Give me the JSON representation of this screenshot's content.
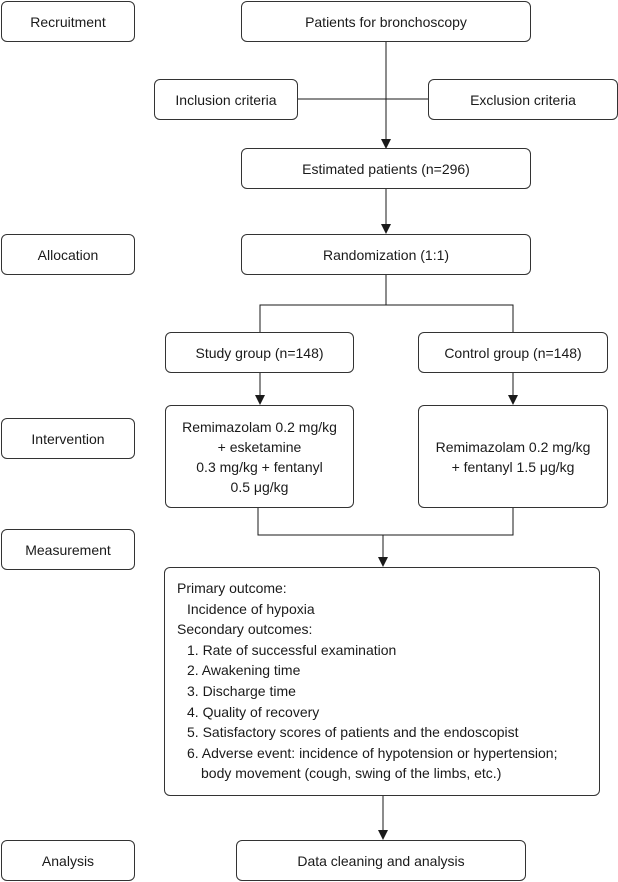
{
  "stages": {
    "recruitment": "Recruitment",
    "allocation": "Allocation",
    "intervention": "Intervention",
    "measurement": "Measurement",
    "analysis": "Analysis"
  },
  "boxes": {
    "patients": "Patients for bronchoscopy",
    "inclusion": "Inclusion criteria",
    "exclusion": "Exclusion criteria",
    "estimated": "Estimated patients (n=296)",
    "randomization": "Randomization (1:1)",
    "study_group": "Study group (n=148)",
    "control_group": "Control group (n=148)",
    "study_intervention": [
      "Remimazolam 0.2 mg/kg",
      "+ esketamine",
      "0.3 mg/kg + fentanyl",
      "0.5 μg/kg"
    ],
    "control_intervention": [
      "Remimazolam 0.2 mg/kg",
      "+ fentanyl 1.5 μg/kg"
    ],
    "data_analysis": "Data cleaning and analysis"
  },
  "outcomes": {
    "primary_title": "Primary outcome:",
    "primary_item": "Incidence of hypoxia",
    "secondary_title": "Secondary outcomes:",
    "secondary_items": [
      "1. Rate of successful examination",
      "2. Awakening time",
      "3. Discharge time",
      "4. Quality of recovery",
      "5. Satisfactory scores of patients and the endoscopist",
      "6. Adverse event: incidence of hypotension or hypertension;"
    ],
    "secondary_item_6_cont": "body movement (cough, swing of the limbs, etc.)"
  }
}
